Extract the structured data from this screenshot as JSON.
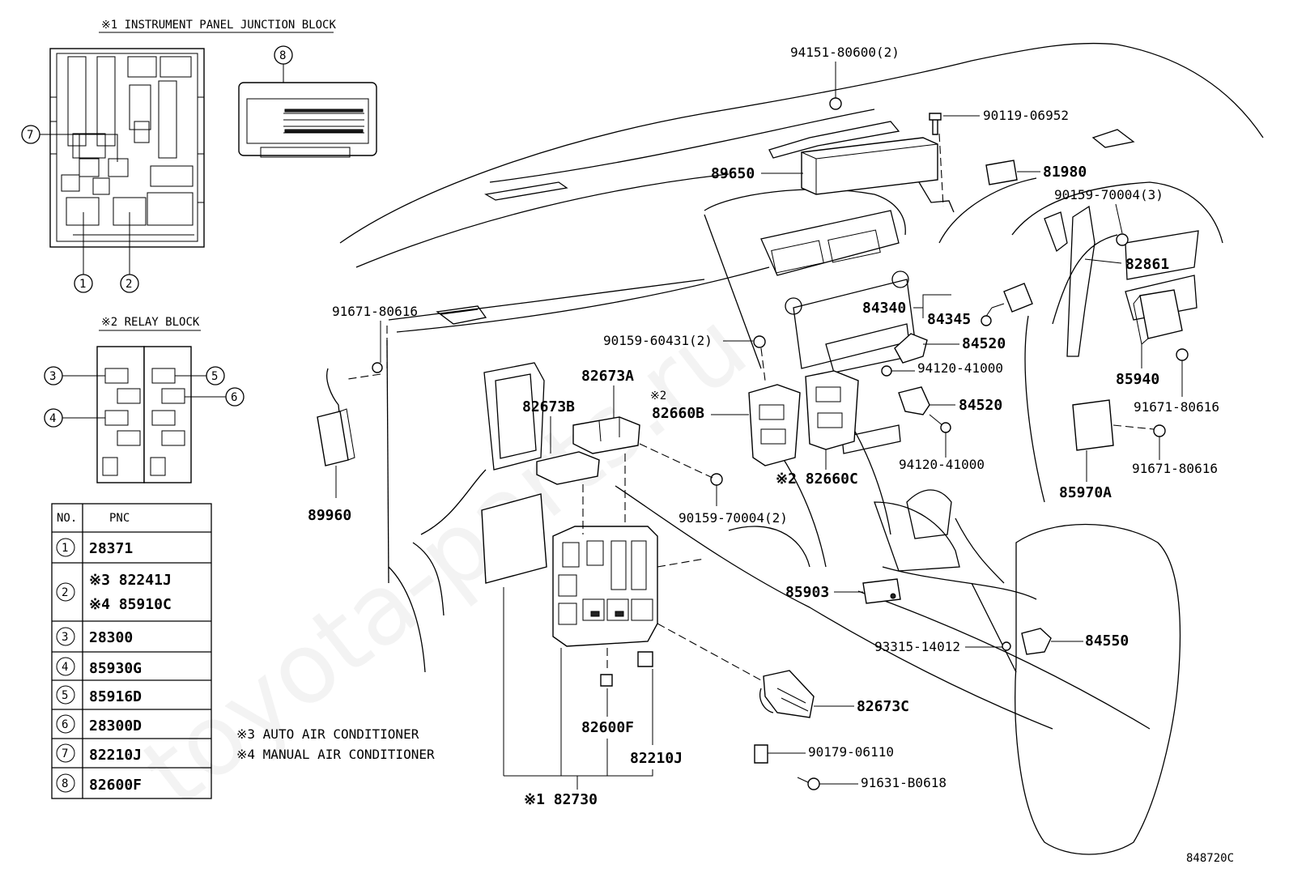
{
  "headings": {
    "junction_block": "※1 INSTRUMENT PANEL JUNCTION BLOCK",
    "relay_block": "※2 RELAY BLOCK"
  },
  "callouts": {
    "c1": "1",
    "c2": "2",
    "c3": "3",
    "c4": "4",
    "c5": "5",
    "c6": "6",
    "c7": "7",
    "c8": "8"
  },
  "table": {
    "header_no": "NO.",
    "header_pnc": "PNC",
    "rows": [
      {
        "no": "1",
        "lines": [
          "28371"
        ]
      },
      {
        "no": "2",
        "lines": [
          "※3 82241J",
          "※4 85910C"
        ]
      },
      {
        "no": "3",
        "lines": [
          "28300"
        ]
      },
      {
        "no": "4",
        "lines": [
          "85930G"
        ]
      },
      {
        "no": "5",
        "lines": [
          "85916D"
        ]
      },
      {
        "no": "6",
        "lines": [
          "28300D"
        ]
      },
      {
        "no": "7",
        "lines": [
          "82210J"
        ]
      },
      {
        "no": "8",
        "lines": [
          "82600F"
        ]
      }
    ]
  },
  "notes": {
    "note3": "※3 AUTO AIR CONDITIONER",
    "note4": "※4 MANUAL AIR CONDITIONER"
  },
  "parts": {
    "p94151": "94151-80600(2)",
    "p90119": "90119-06952",
    "p89650": "89650",
    "p81980": "81980",
    "p90159_3": "90159-70004(3)",
    "p82861": "82861",
    "p84340": "84340",
    "p84345": "84345",
    "p84520a": "84520",
    "p94120a": "94120-41000",
    "p84520b": "84520",
    "p94120b": "94120-41000",
    "p85940": "85940",
    "p91671b": "91671-80616",
    "p91671c": "91671-80616",
    "p85970A": "85970A",
    "p91671a": "91671-80616",
    "p90159_60431": "90159-60431(2)",
    "p82673A": "82673A",
    "p82673B": "82673B",
    "p82660B_mark": "※2",
    "p82660B": "82660B",
    "p82660C": "※2 82660C",
    "p89960": "89960",
    "p90159_2": "90159-70004(2)",
    "p85903": "85903",
    "p93315": "93315-14012",
    "p84550": "84550",
    "p82673C": "82673C",
    "p82600F": "82600F",
    "p82210J": "82210J",
    "p90179": "90179-06110",
    "p91631": "91631-B0618",
    "p82730": "※1 82730"
  },
  "watermark": "toyota-parts.ru",
  "figure_code": "848720C"
}
